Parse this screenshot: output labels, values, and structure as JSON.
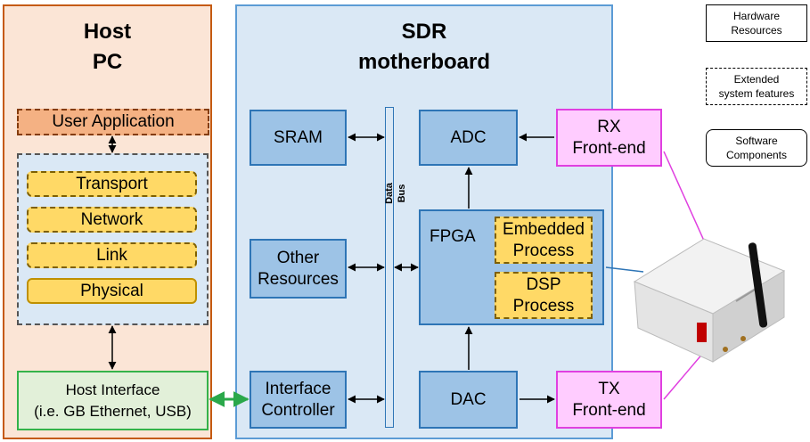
{
  "host": {
    "title_line1": "Host",
    "title_line2": "PC",
    "user_application": "User Application",
    "layers": [
      "Transport",
      "Network",
      "Link",
      "Physical"
    ],
    "host_interface_line1": "Host Interface",
    "host_interface_line2": "(i.e. GB Ethernet, USB)"
  },
  "sdr": {
    "title_line1": "SDR",
    "title_line2": "motherboard",
    "sram": "SRAM",
    "other_resources_line1": "Other",
    "other_resources_line2": "Resources",
    "interface_controller_line1": "Interface",
    "interface_controller_line2": "Controller",
    "data_bus": "Data Bus",
    "adc": "ADC",
    "dac": "DAC",
    "fpga": "FPGA",
    "embedded_process_line1": "Embedded",
    "embedded_process_line2": "Process",
    "dsp_process_line1": "DSP",
    "dsp_process_line2": "Process"
  },
  "frontends": {
    "rx_line1": "RX",
    "rx_line2": "Front-end",
    "tx_line1": "TX",
    "tx_line2": "Front-end"
  },
  "legend": {
    "hardware_line1": "Hardware",
    "hardware_line2": "Resources",
    "extended_line1": "Extended",
    "extended_line2": "system features",
    "software_line1": "Software",
    "software_line2": "Components"
  },
  "colors": {
    "host_panel": "#fbe5d6",
    "sdr_panel": "#dae8f5",
    "hardware_block": "#9dc3e6",
    "software_layer": "#ffd966",
    "frontend": "#ffccff",
    "host_interface": "#e2f0d9"
  }
}
